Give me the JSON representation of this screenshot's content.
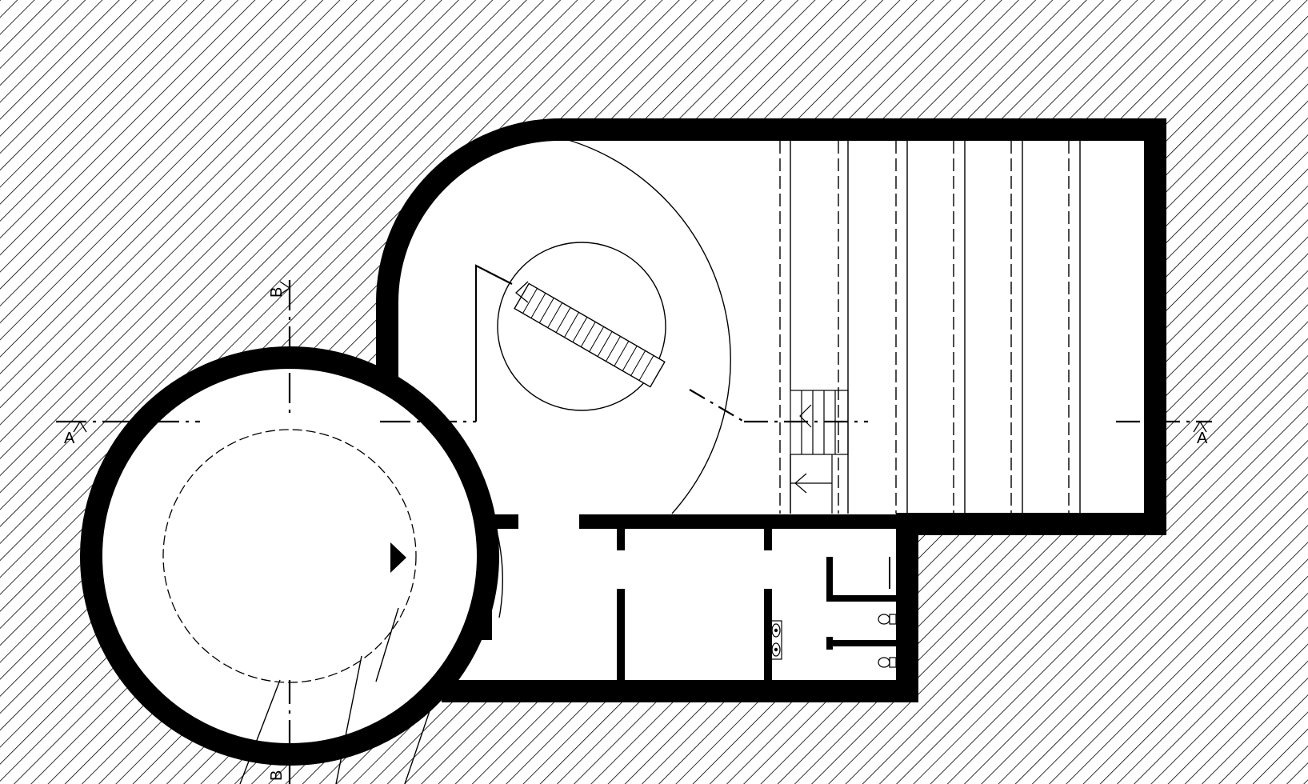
{
  "drawing": {
    "type": "floor-plan",
    "wall_color": "#000000",
    "background_color": "#ffffff",
    "hatch_color": "#000000",
    "section_markers": {
      "a_left": "A",
      "a_right": "A",
      "b_top": "B",
      "b_bottom": "B"
    },
    "direction_marker_icon": "triangle-right-icon",
    "fixtures": [
      "stair-icon",
      "spiral-stair-icon",
      "toilet-icon",
      "washbasin-icon"
    ]
  }
}
